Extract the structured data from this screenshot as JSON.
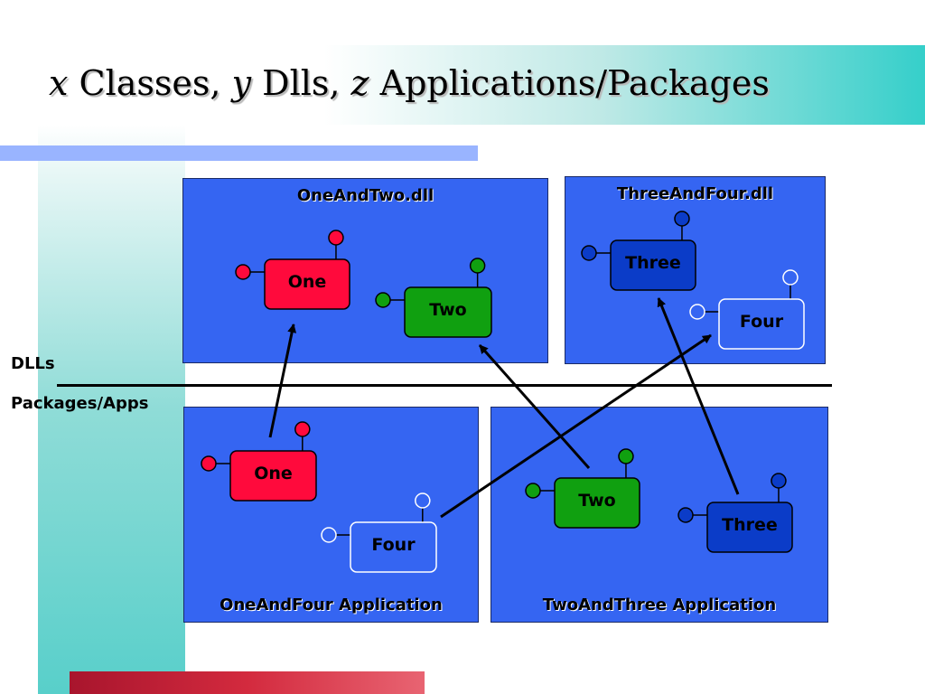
{
  "slide": {
    "title_x": "x",
    "title_classes": " Classes, ",
    "title_y": "y",
    "title_dlls": " Dlls, ",
    "title_z": "z",
    "title_apps": " Applications/Packages"
  },
  "labels": {
    "dlls": "DLLs",
    "packages": "Packages/Apps"
  },
  "boxes": {
    "one_and_two": "OneAndTwo.dll",
    "three_and_four": "ThreeAndFour.dll",
    "one_and_four": "OneAndFour Application",
    "two_and_three": "TwoAndThree Application"
  },
  "colors": {
    "red": "#ff0a3c",
    "green": "#10a010",
    "darkblue": "#0b3cc8",
    "hollow": "#3565f2"
  },
  "nodes": [
    {
      "id": "dll-one",
      "label": "One",
      "color": "red"
    },
    {
      "id": "dll-two",
      "label": "Two",
      "color": "green"
    },
    {
      "id": "dll-three",
      "label": "Three",
      "color": "darkblue"
    },
    {
      "id": "dll-four",
      "label": "Four",
      "color": "hollow"
    },
    {
      "id": "app-one",
      "label": "One",
      "color": "red"
    },
    {
      "id": "app-four",
      "label": "Four",
      "color": "hollow"
    },
    {
      "id": "app-two",
      "label": "Two",
      "color": "green"
    },
    {
      "id": "app-three",
      "label": "Three",
      "color": "darkblue"
    }
  ],
  "edges": [
    {
      "from": "app-one",
      "to": "dll-one"
    },
    {
      "from": "app-four",
      "to": "dll-four"
    },
    {
      "from": "app-two",
      "to": "dll-two"
    },
    {
      "from": "app-three",
      "to": "dll-three"
    }
  ]
}
